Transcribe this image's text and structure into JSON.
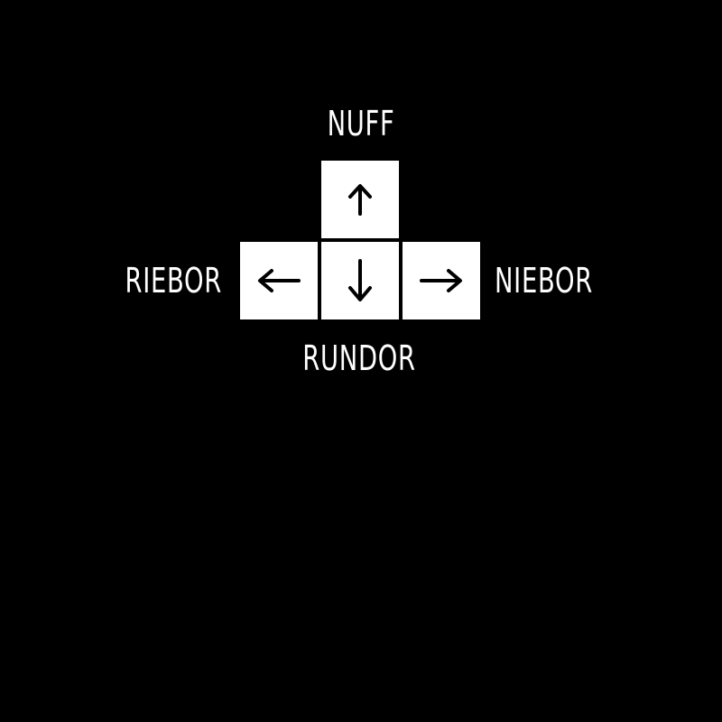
{
  "colors": {
    "background": "#000000",
    "key": "#ffffff",
    "arrow": "#000000",
    "label": "#ffffff"
  },
  "labels": {
    "up": "NUFF",
    "down": "RUNDOR",
    "left": "RIEBOR",
    "right": "NIEBOR"
  },
  "keys": {
    "up": {
      "icon": "arrow-up-icon"
    },
    "down": {
      "icon": "arrow-down-icon"
    },
    "left": {
      "icon": "arrow-left-icon"
    },
    "right": {
      "icon": "arrow-right-icon"
    }
  }
}
